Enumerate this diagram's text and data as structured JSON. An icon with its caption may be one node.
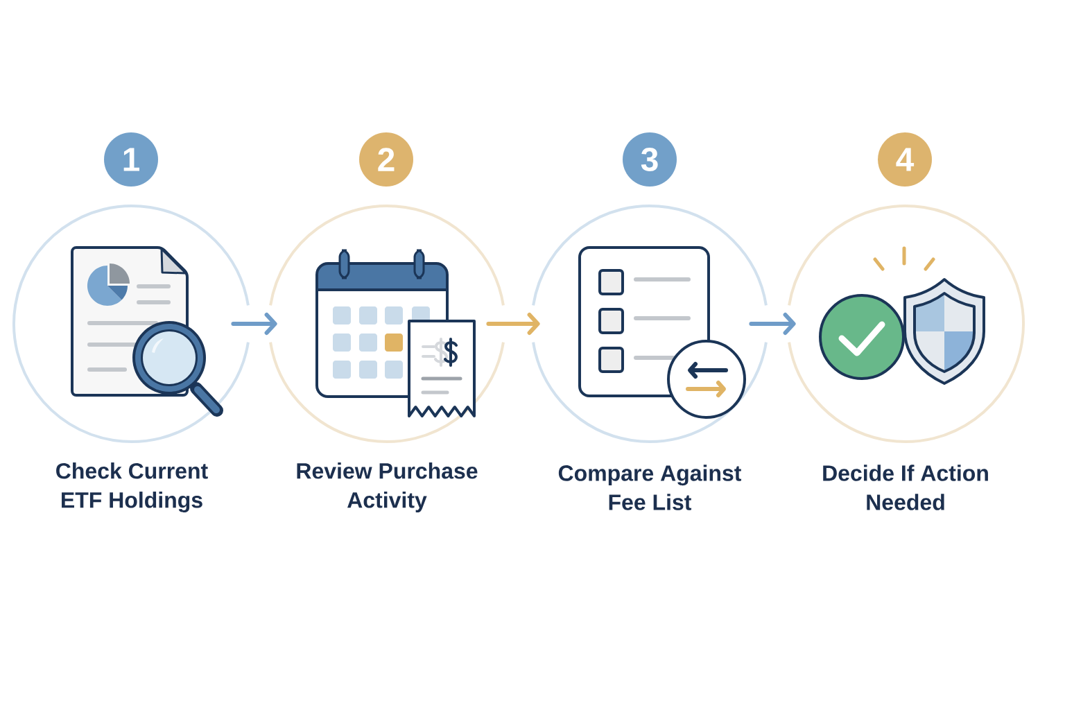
{
  "diagram": {
    "nodes": [
      {
        "text": [
          "1"
        ]
      },
      {
        "text": [
          "Check Current ETF Holdings"
        ]
      },
      {
        "text": [
          "2"
        ]
      },
      {
        "text": [
          "Review Purchase Activity"
        ]
      },
      {
        "text": [
          "3"
        ]
      },
      {
        "text": [
          "Compare Against Fee List"
        ]
      },
      {
        "text": [
          "4"
        ]
      },
      {
        "text": [
          "Decide If Action Needed"
        ]
      }
    ],
    "edges": [
      {
        "from": 1,
        "to": 3,
        "arrow": "to"
      },
      {
        "from": 3,
        "to": 5,
        "arrow": "to",
        "color": "#e0b465"
      },
      {
        "from": 5,
        "to": 7,
        "arrow": "to"
      }
    ]
  }
}
